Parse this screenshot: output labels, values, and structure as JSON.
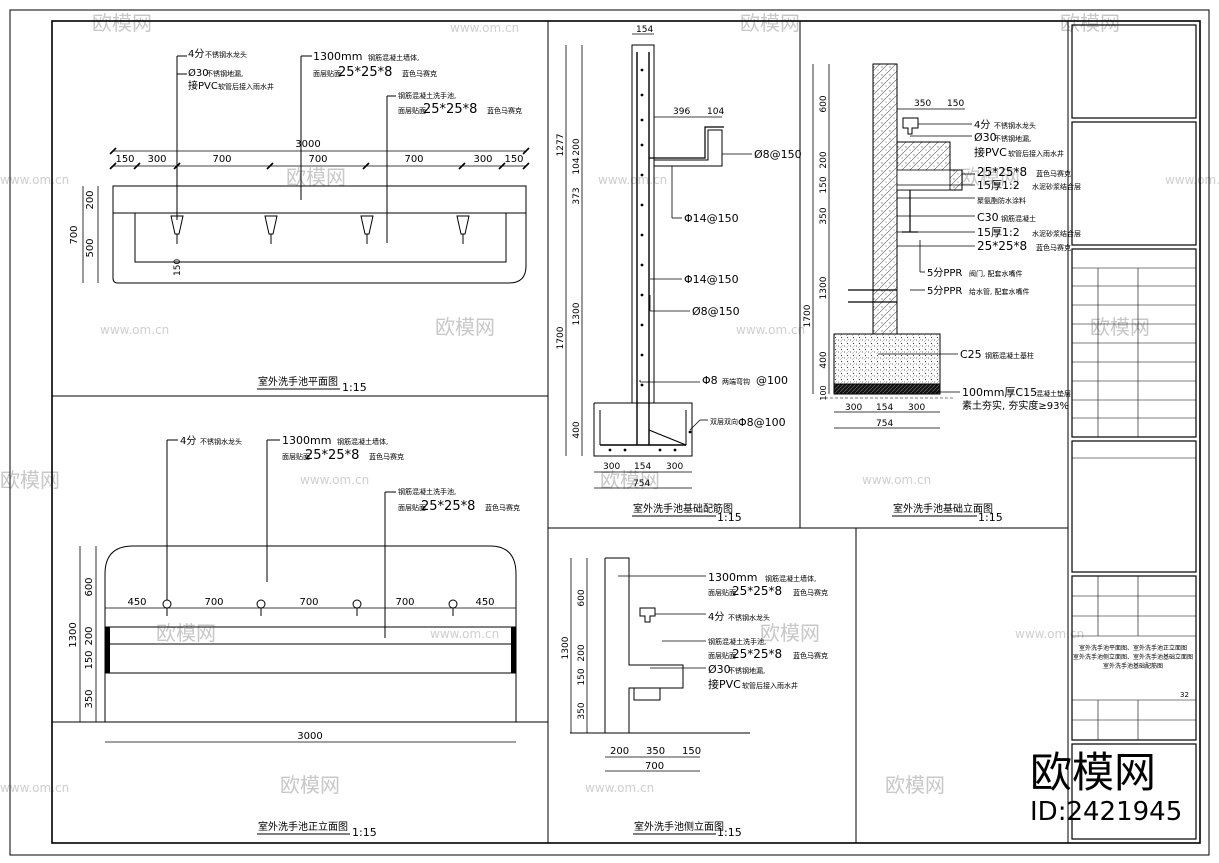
{
  "watermark": {
    "brand": "欧模网",
    "url": "www.om.cn",
    "id_label": "ID:2421945"
  },
  "plan": {
    "title": "室外洗手池平面图",
    "scale": "1:15",
    "note_1_size": "4分",
    "note_1_text": "不锈钢水龙头",
    "note_2_size": "Ø30",
    "note_2_text": "不锈钢地漏,",
    "note_2b_size": "接PVC",
    "note_2b_text": "软管后接入雨水井",
    "note_3_size": "1300mm",
    "note_3_text": "钢筋混凝土墙体,",
    "note_3b_prefix": "面层贴面",
    "note_3b_size": "25*25*8",
    "note_3b_text": "蓝色马赛克",
    "note_4_text": "钢筋混凝土洗手池,",
    "note_4b_prefix": "面层贴面",
    "note_4b_size": "25*25*8",
    "note_4b_text": "蓝色马赛克",
    "dim_total": "3000",
    "dims_top": [
      "150",
      "300",
      "700",
      "700",
      "700",
      "300",
      "150"
    ],
    "dims_left": [
      "200",
      "500"
    ],
    "dim_left_total": "700",
    "dim_inner": "150"
  },
  "front": {
    "title": "室外洗手池正立面图",
    "scale": "1:15",
    "note_1_size": "4分",
    "note_1_text": "不锈钢水龙头",
    "note_2_size": "1300mm",
    "note_2_text": "钢筋混凝土墙体,",
    "note_2b_prefix": "面层贴面",
    "note_2b_size": "25*25*8",
    "note_2b_text": "蓝色马赛克",
    "note_3_text": "钢筋混凝土洗手池,",
    "note_3b_prefix": "面层贴面",
    "note_3b_size": "25*25*8",
    "note_3b_text": "蓝色马赛克",
    "dims_top": [
      "450",
      "700",
      "700",
      "700",
      "450"
    ],
    "dims_left": [
      "600",
      "200",
      "150",
      "350"
    ],
    "dim_left_total": "1300",
    "dim_total": "3000"
  },
  "rebar": {
    "title": "室外洗手池基础配筋图",
    "scale": "1:15",
    "dim_top": "154",
    "dims_arm": [
      "396",
      "104"
    ],
    "dims_left_upper": [
      "1277",
      "200",
      "104",
      "373"
    ],
    "dims_left_lower": [
      "1300",
      "400"
    ],
    "dim_left_total": "1700",
    "label_1": "Ø8@150",
    "label_2": "Φ14@150",
    "label_3": "Φ14@150",
    "label_4": "Ø8@150",
    "label_5_size": "Φ8",
    "label_5_text": "两端弯钩",
    "label_5_tail": "@100",
    "label_6_text": "双层双向",
    "label_6_size": "Φ8@100",
    "dims_bottom": [
      "300",
      "154",
      "300"
    ],
    "dim_bottom_total": "754"
  },
  "foundation": {
    "title": "室外洗手池基础立面图",
    "scale": "1:15",
    "dims_top": [
      "350",
      "150"
    ],
    "dims_left": [
      "600",
      "200",
      "150",
      "350",
      "1300",
      "400",
      "100"
    ],
    "dim_left_total": "1700",
    "note_1_size": "4分",
    "note_1_text": "不锈钢水龙头",
    "note_2_size": "Ø30",
    "note_2_text": "不锈钢地漏,",
    "note_2b_size": "接PVC",
    "note_2b_text": "软管后接入雨水井",
    "note_3_size": "25*25*8",
    "note_3_text": "蓝色马赛克",
    "note_4_size": "15厚1:2",
    "note_4_text": "水泥砂浆结合层",
    "note_5_text": "聚氨酯防水涂料",
    "note_6_size": "C30",
    "note_6_text": "钢筋混凝土",
    "note_7_size": "15厚1:2",
    "note_7_text": "水泥砂浆结合层",
    "note_8_size": "25*25*8",
    "note_8_text": "蓝色马赛克",
    "note_9_size": "5分PPR",
    "note_9_text": "阀门, 配套水嘴件",
    "note_10_size": "5分PPR",
    "note_10_text": "给水管, 配套水嘴件",
    "note_11_size": "C25",
    "note_11_text": "钢筋混凝土基柱",
    "note_12_size": "100mm厚C15",
    "note_12_text": "混凝土垫层",
    "note_13_text": "素土夯实, 夯实度≥93%",
    "dims_bottom": [
      "300",
      "154",
      "300"
    ],
    "dim_bottom_total": "754"
  },
  "side": {
    "title": "室外洗手池侧立面图",
    "scale": "1:15",
    "note_1_size": "1300mm",
    "note_1_text": "钢筋混凝土墙体,",
    "note_1b_prefix": "面层贴面",
    "note_1b_size": "25*25*8",
    "note_1b_text": "蓝色马赛克",
    "note_2_size": "4分",
    "note_2_text": "不锈钢水龙头",
    "note_3_text": "钢筋混凝土洗手池,",
    "note_3b_prefix": "面层贴面",
    "note_3b_size": "25*25*8",
    "note_3b_text": "蓝色马赛克",
    "note_4_size": "Ø30",
    "note_4_text": "不锈钢地漏,",
    "note_4b_size": "接PVC",
    "note_4b_text": "软管后接入雨水井",
    "dims_left": [
      "600",
      "200",
      "150",
      "350"
    ],
    "dim_left_total": "1300",
    "dims_bottom": [
      "200",
      "350",
      "150"
    ],
    "dim_bottom_total": "700"
  },
  "title_block": {
    "drawing_name_1": "室外洗手池平面图、室外洗手池正立面图",
    "drawing_name_2": "室外洗手池侧立面图、室外洗手池基础立面图",
    "drawing_name_3": "室外洗手池基础配筋图",
    "sheet_no": "32"
  }
}
